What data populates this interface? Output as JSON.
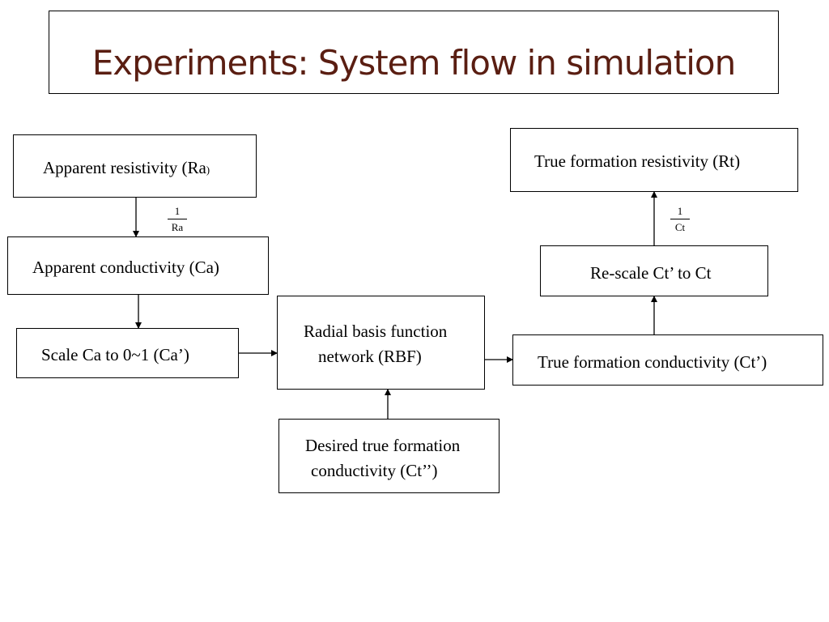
{
  "slide": {
    "title": "Experiments: System flow in simulation"
  },
  "boxes": {
    "apparent_resistivity": {
      "label": "Apparent resistivity (Ra",
      "suffix": ")"
    },
    "apparent_conductivity": {
      "label": "Apparent conductivity (Ca)"
    },
    "scale_ca": {
      "label": "Scale Ca to 0~1 (Ca’)"
    },
    "rbf": {
      "line1": "Radial basis function",
      "line2": "network (RBF)"
    },
    "desired": {
      "line1": "Desired true formation",
      "line2": "conductivity (Ct’’)"
    },
    "true_conductivity": {
      "label": "True formation conductivity (Ct’)"
    },
    "rescale": {
      "label": "Re-scale Ct’ to Ct"
    },
    "true_resistivity": {
      "label": "True formation resistivity (Rt)"
    }
  },
  "fractions": {
    "one_over_ra": {
      "numerator": "1",
      "denominator": "Ra"
    },
    "one_over_ct": {
      "numerator": "1",
      "denominator": "Ct"
    }
  }
}
